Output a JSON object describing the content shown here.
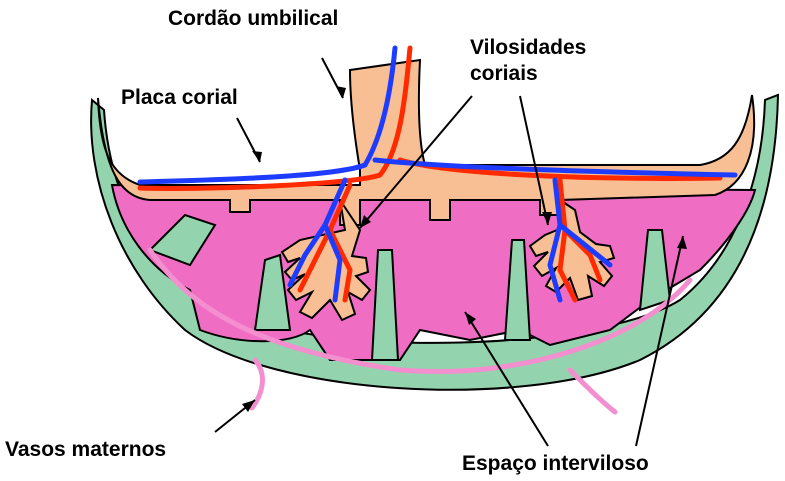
{
  "labels": {
    "cordao": "Cordão umbilical",
    "placa": "Placa corial",
    "vilosidades_line1": "Vilosidades",
    "vilosidades_line2": "coriais",
    "vasos": "Vasos maternos",
    "espaco": "Espaço interviloso"
  },
  "colors": {
    "decidua": "#93d3ad",
    "chorion": "#f9bf94",
    "intervillous": "#ef6ec4",
    "maternal_vessel": "#f48fcf",
    "artery": "#ff2a00",
    "vein": "#1e3cff",
    "outline": "#000000"
  }
}
